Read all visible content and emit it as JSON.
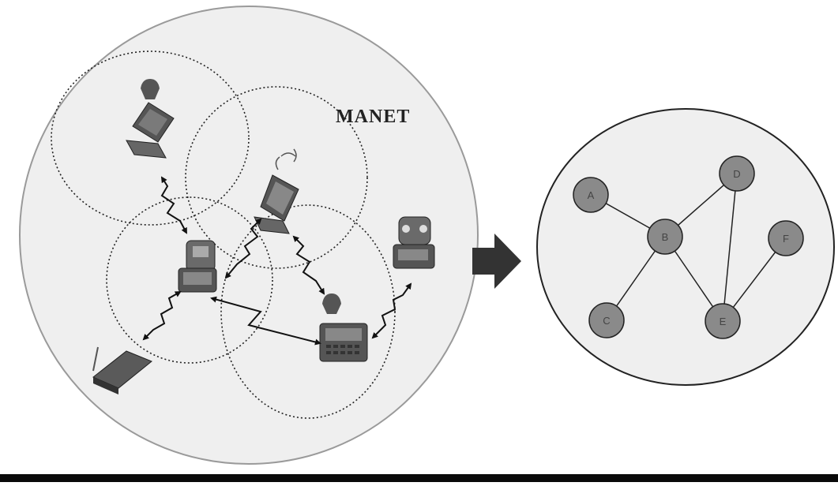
{
  "left_panel": {
    "label": "MANET"
  },
  "right_panel": {
    "nodes": [
      {
        "id": "A",
        "label": "A"
      },
      {
        "id": "B",
        "label": "B"
      },
      {
        "id": "C",
        "label": "C"
      },
      {
        "id": "D",
        "label": "D"
      },
      {
        "id": "E",
        "label": "E"
      },
      {
        "id": "F",
        "label": "F"
      }
    ],
    "edges": [
      [
        "A",
        "B"
      ],
      [
        "B",
        "D"
      ],
      [
        "B",
        "C"
      ],
      [
        "B",
        "E"
      ],
      [
        "D",
        "E"
      ],
      [
        "E",
        "F"
      ]
    ]
  },
  "colors": {
    "outer_circle_fill": "#efefef",
    "outer_circle_stroke": "#9a9a9a",
    "node_fill": "#8a8a8a",
    "arrow": "#333333"
  }
}
